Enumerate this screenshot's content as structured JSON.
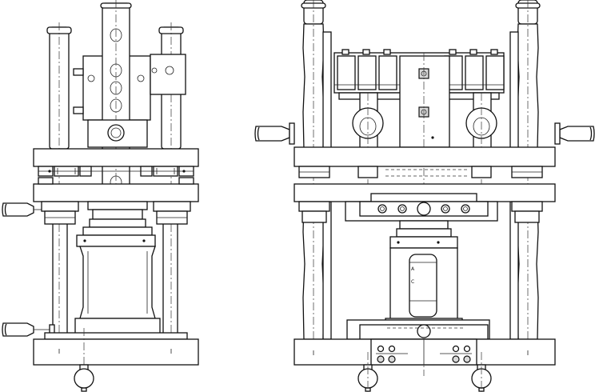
{
  "drawing": {
    "views": [
      "front-view",
      "side-view"
    ],
    "sight_window_marks": [
      "A",
      "C"
    ]
  },
  "colors": {
    "line": "#111111",
    "background": "#ffffff",
    "shade": "#d9d9d9"
  }
}
